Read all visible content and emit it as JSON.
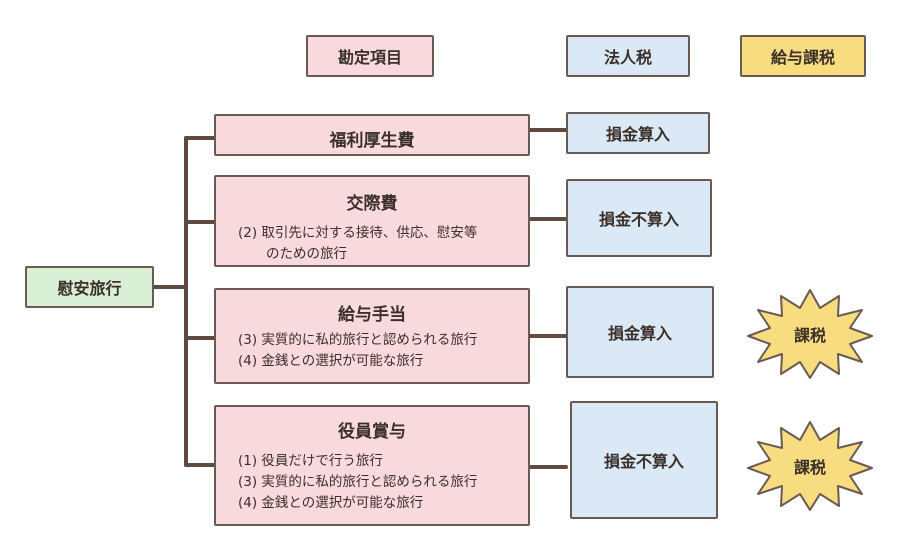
{
  "headers": {
    "account": "勘定項目",
    "corporate_tax": "法人税",
    "salary_tax": "給与課税"
  },
  "root": {
    "label": "慰安旅行"
  },
  "categories": [
    {
      "title": "福利厚生費",
      "items": [],
      "corporate": "損金算入",
      "salary": ""
    },
    {
      "title": "交際費",
      "items": [
        "(2) 取引先に対する接待、供応、慰安等",
        "のための旅行"
      ],
      "corporate": "損金不算入",
      "salary": ""
    },
    {
      "title": "給与手当",
      "items": [
        "(3) 実質的に私的旅行と認められる旅行",
        "(4) 金銭との選択が可能な旅行"
      ],
      "corporate": "損金算入",
      "salary": "課税"
    },
    {
      "title": "役員賞与",
      "items": [
        "(1) 役員だけで行う旅行",
        "(3) 実質的に私的旅行と認められる旅行",
        "(4) 金銭との選択が可能な旅行"
      ],
      "corporate": "損金不算入",
      "salary": "課税"
    }
  ],
  "colors": {
    "account": "#f8d9de",
    "corporate": "#dbe9f6",
    "salary": "#f7dd7f",
    "root": "#d9efd6",
    "line": "#5e4a40"
  }
}
